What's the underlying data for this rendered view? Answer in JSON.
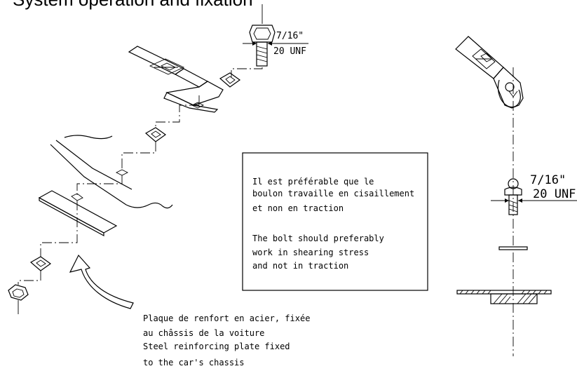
{
  "header": {
    "title_partial": "System operation and fixation"
  },
  "note_box": {
    "fr_lines": [
      "Il est préférable que le",
      "boulon travaille en cisaillement",
      "et non en traction"
    ],
    "en_lines": [
      "The bolt should preferably",
      "work in shearing stress",
      "and not in traction"
    ]
  },
  "caption": {
    "lines": [
      "Plaque de renfort en acier, fixée",
      "au châssis de la voiture",
      "Steel reinforcing plate fixed",
      "to the car's chassis"
    ]
  },
  "dimensions": {
    "left_bolt": [
      "7/16\"",
      "20 UNF"
    ],
    "right_bolt": [
      "7/16\"",
      "20 UNF"
    ]
  }
}
